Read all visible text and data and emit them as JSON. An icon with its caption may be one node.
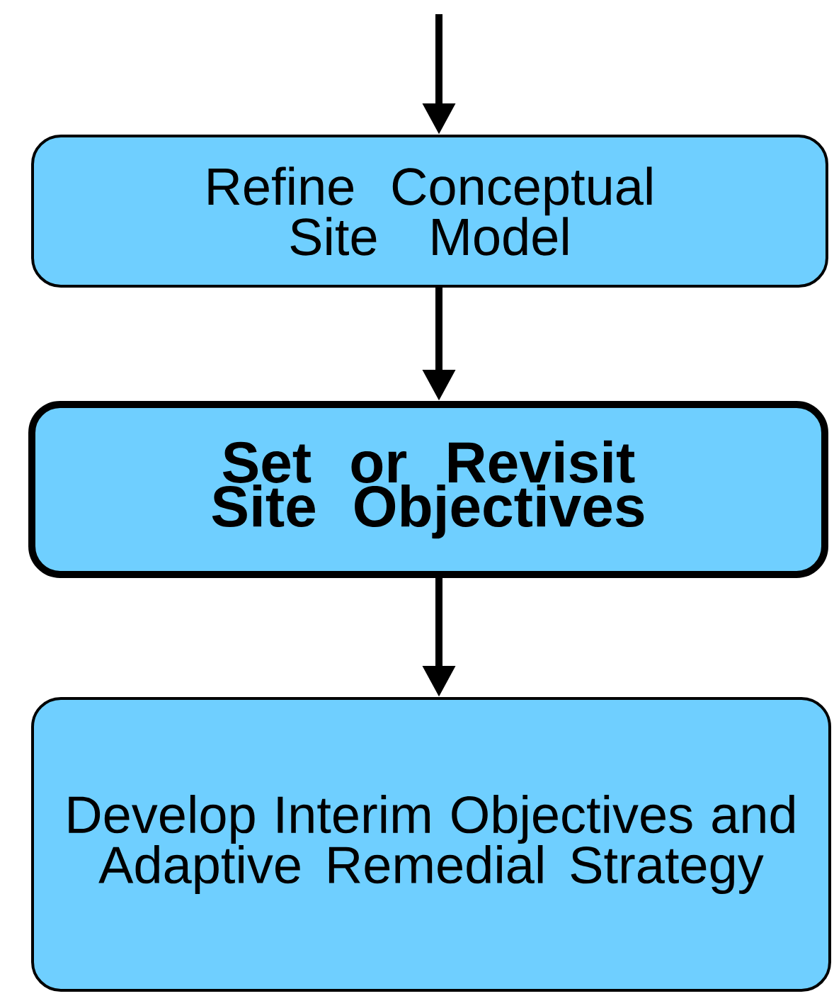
{
  "diagram": {
    "nodes": [
      {
        "text": [
          "Refine Conceptual Site Model"
        ]
      },
      {
        "text": [
          "Set or Revisit Site Objectives"
        ]
      },
      {
        "text": [
          "Develop Interim Objectives and Adaptive Remedial Strategy"
        ]
      }
    ],
    "edges": [
      {
        "from": null,
        "to": 0,
        "arrow": "to"
      },
      {
        "from": 0,
        "to": 1,
        "arrow": "to"
      },
      {
        "from": 1,
        "to": 2,
        "arrow": "to"
      }
    ]
  }
}
